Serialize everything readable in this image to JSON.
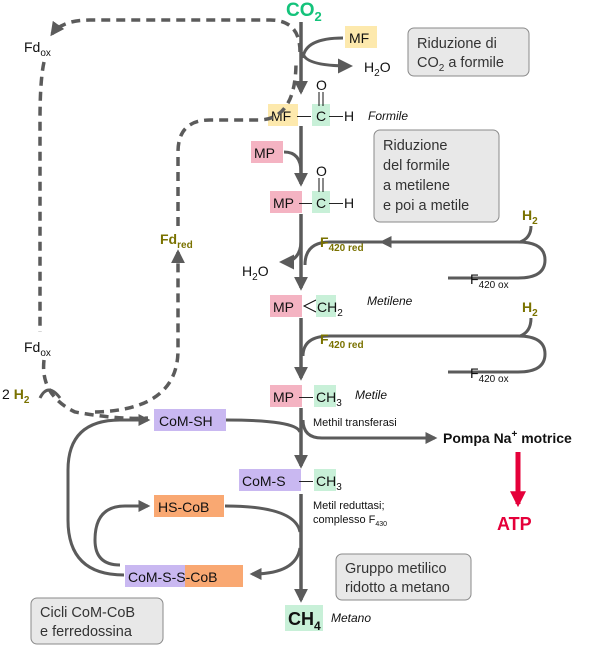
{
  "colors": {
    "arrow": "#5b5b5b",
    "co2": "#14c37b",
    "mf_bg": "#fde9ad",
    "mp_bg": "#f4b3c2",
    "carbon_bg": "#c8f0d8",
    "com_bg": "#c9b8f1",
    "cob_bg": "#f9a872",
    "olive": "#7a7200",
    "atp": "#e5003a",
    "box_bg": "#e8e8e8",
    "box_border": "#8a8a8a"
  },
  "main": {
    "co2": {
      "base": "CO",
      "sub": "2"
    },
    "mf": "MF",
    "h2o_top": {
      "base": "H",
      "sub": "2",
      "rest": "O"
    },
    "formile_row": {
      "mf": "MF",
      "dash": "—",
      "c": "C",
      "dash2": "—",
      "h": "H",
      "o": "O",
      "label": "Formile"
    },
    "mp_in": "MP",
    "mp_row": {
      "mp": "MP",
      "dash": "—",
      "c": "C",
      "dash2": "—",
      "h": "H",
      "o": "O"
    },
    "h2o_mid": {
      "base": "H",
      "sub": "2",
      "rest": "O"
    },
    "metilene_row": {
      "mp": "MP",
      "c": "CH",
      "sub": "2",
      "label": "Metilene"
    },
    "metile_row": {
      "mp": "MP",
      "dash": "—",
      "c": "CH",
      "sub": "3",
      "label": "Metile"
    },
    "methyl_transferase": "Methil transferasi",
    "pump": {
      "text": "Pompa Na",
      "sup": "+",
      "rest": " motrice"
    },
    "atp": "ATP",
    "com_s_row": {
      "com": "CoM-S",
      "dash": "—",
      "c": "CH",
      "sub": "3"
    },
    "reductase": {
      "line1": "Metil reduttasi;",
      "line2": "complesso F",
      "sub": "430"
    },
    "ch4": {
      "base": "CH",
      "sub": "4",
      "label": "Metano"
    }
  },
  "f420_cycles": [
    {
      "h2": {
        "base": "H",
        "sub": "2"
      },
      "red": {
        "base": "F",
        "sub": "420 red"
      },
      "ox": {
        "base": "F",
        "sub": "420 ox"
      }
    },
    {
      "h2": {
        "base": "H",
        "sub": "2"
      },
      "red": {
        "base": "F",
        "sub": "420 red"
      },
      "ox": {
        "base": "F",
        "sub": "420 ox"
      }
    }
  ],
  "ferredoxin": {
    "fd_ox_top": {
      "base": "Fd",
      "sub": "ox"
    },
    "fd_red": {
      "base": "Fd",
      "sub": "red"
    },
    "fd_ox_bottom": {
      "base": "Fd",
      "sub": "ox"
    },
    "h2_in": {
      "coef": "2",
      "base": "H",
      "sub": "2"
    }
  },
  "coenzymes": {
    "com_sh": "CoM-SH",
    "hs_cob": "HS-CoB",
    "com_s": "CoM-S",
    "s_cob": "-S-CoB"
  },
  "boxes": {
    "co2_to_formyl": {
      "line1": "Riduzione di",
      "line2a": "CO",
      "line2sub": "2",
      "line2b": " a formile"
    },
    "formyl_to_methyl": {
      "line1": "Riduzione",
      "line2": "del formile",
      "line3": "a metilene",
      "line4": "e poi a metile"
    },
    "methyl_to_methane": {
      "line1": "Gruppo metilico",
      "line2": "ridotto a metano"
    },
    "cycles": {
      "line1": "Cicli CoM-CoB",
      "line2": "e ferredossina"
    }
  }
}
